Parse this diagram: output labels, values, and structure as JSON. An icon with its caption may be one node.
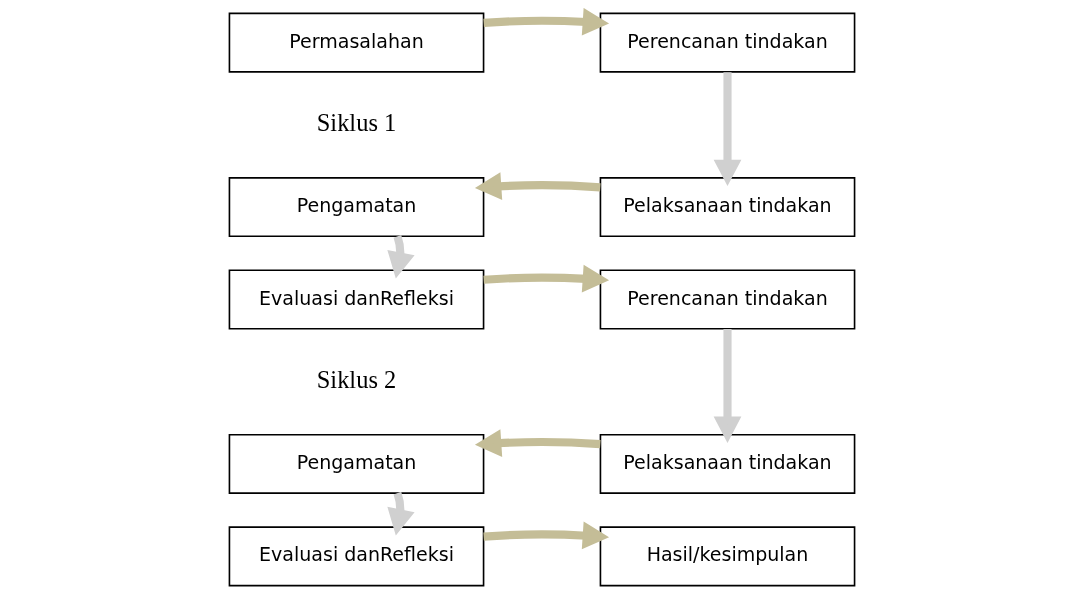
{
  "diagram": {
    "nodes": [
      {
        "text": [
          "Permasalahan"
        ]
      },
      {
        "text": [
          "Perencanan tindakan"
        ]
      },
      {
        "text": [
          "Pelaksanaan tindakan"
        ]
      },
      {
        "text": [
          "Pengamatan"
        ]
      },
      {
        "text": [
          "Evaluasi danRefleksi"
        ]
      },
      {
        "text": [
          "Perencanan tindakan"
        ]
      },
      {
        "text": [
          "Pelaksanaan tindakan"
        ]
      },
      {
        "text": [
          "Pengamatan"
        ]
      },
      {
        "text": [
          "Evaluasi danRefleksi"
        ]
      },
      {
        "text": [
          "Hasil/kesimpulan"
        ]
      }
    ],
    "edges": [
      {
        "from": 0,
        "to": 1,
        "arrow": "to"
      },
      {
        "from": 1,
        "to": 2,
        "arrow": "to",
        "color": "#d0d0d0"
      },
      {
        "from": 2,
        "to": 3,
        "arrow": "to"
      },
      {
        "from": 3,
        "to": 4,
        "arrow": "to",
        "color": "#d0d0d0"
      },
      {
        "from": 4,
        "to": 5,
        "arrow": "to"
      },
      {
        "from": 5,
        "to": 6,
        "arrow": "to",
        "color": "#d0d0d0"
      },
      {
        "from": 6,
        "to": 7,
        "arrow": "to"
      },
      {
        "from": 7,
        "to": 8,
        "arrow": "to",
        "color": "#d0d0d0"
      },
      {
        "from": 8,
        "to": 9,
        "arrow": "to"
      }
    ],
    "labels": [
      "Siklus 1",
      "Siklus 2"
    ]
  }
}
